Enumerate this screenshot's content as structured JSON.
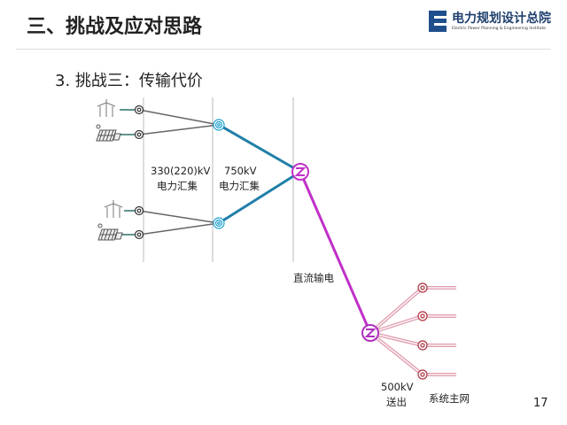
{
  "header": {
    "title": "三、挑战及应对思路",
    "logo_cn": "电力规划设计总院",
    "logo_en": "Electric Power Planning & Engineering Institute"
  },
  "subtitle": "3. 挑战三：传输代价",
  "diagram": {
    "label_330_a": "330(220)kV",
    "label_330_b": "电力汇集",
    "label_750_a": "750kV",
    "label_750_b": "电力汇集",
    "label_dc": "直流输电",
    "label_500_a": "500kV",
    "label_500_b": "送出",
    "label_grid": "系统主网",
    "colors": {
      "collector": "#555555",
      "line750": "#1f7fa8",
      "dc": "#c030c8",
      "out": "#d08090"
    }
  },
  "page_number": "17"
}
